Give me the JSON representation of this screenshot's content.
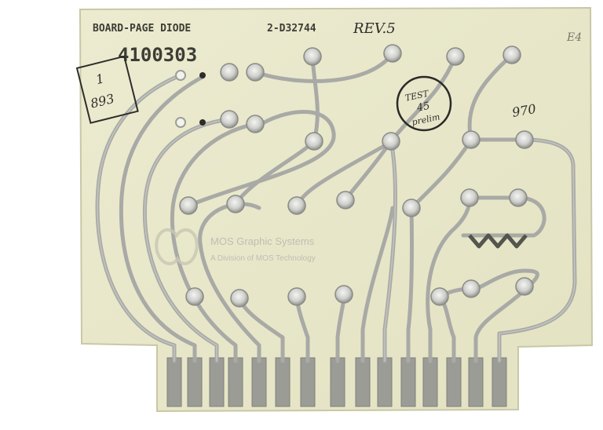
{
  "photo": {
    "subject": "Printed circuit board",
    "colors": {
      "background": "#ffffff",
      "board": "#e9e8cb",
      "trace": "#a9aaa6",
      "trace_edge": "#8e8f8a",
      "pad": "#d7d8d4",
      "contact": "#9b9c96"
    }
  },
  "board": {
    "silkscreen_title": "BOARD-PAGE DIODE",
    "silkscreen_code": "2-D32744",
    "rev_handwritten": "REV.5",
    "part_number": "4100303",
    "corner_label_top": "1",
    "corner_label_bottom": "893",
    "stamp_line1": "TEST",
    "stamp_line2": "45",
    "stamp_line3": "prelim",
    "handwritten_right": "970",
    "handwritten_corner": "E4",
    "logo_line1": "MOS Graphic Systems",
    "logo_line2": "A Division of MOS Technology"
  }
}
